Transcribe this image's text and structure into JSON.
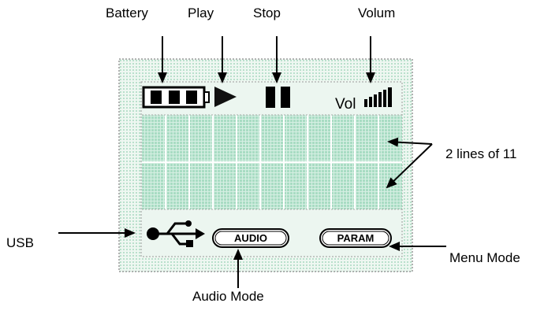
{
  "labels": {
    "battery": "Battery",
    "play": "Play",
    "stop": "Stop",
    "volume": "Volum",
    "lines": "2 lines of 11",
    "usb": "USB",
    "menu_mode": "Menu Mode",
    "audio_mode": "Audio Mode"
  },
  "display": {
    "vol_text": "Vol",
    "audio_button": "AUDIO",
    "param_button": "PARAM",
    "text_rows": 2,
    "chars_per_row": 11
  },
  "colors": {
    "screen_bg": "#e6f3ec",
    "grid_fill": "#a8dcc3",
    "grid_line": "#ffffff",
    "ink": "#000000"
  }
}
